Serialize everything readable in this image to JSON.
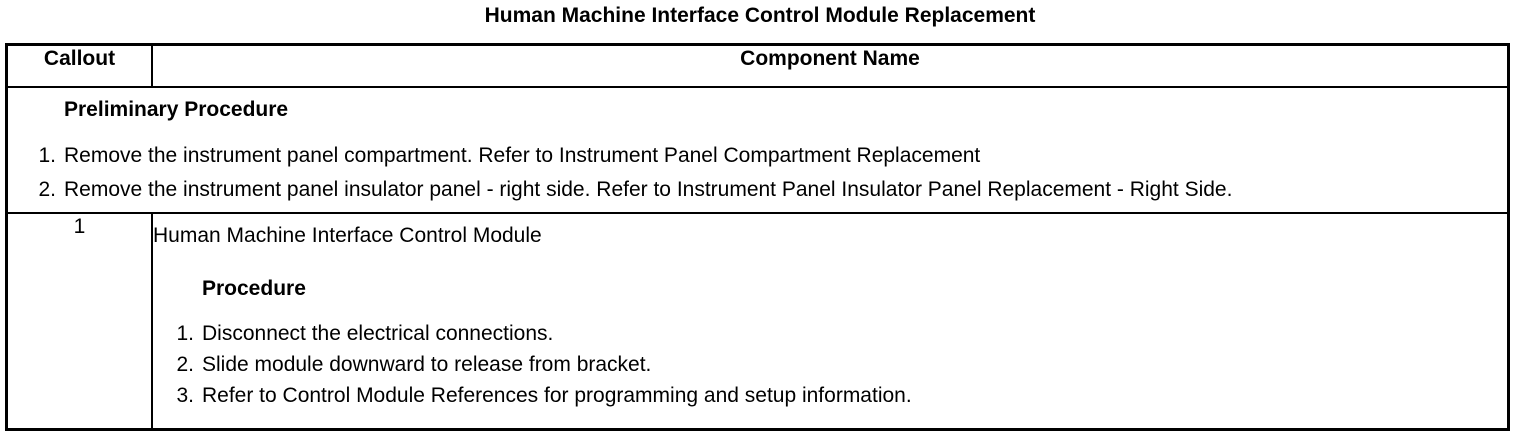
{
  "title": "Human Machine Interface Control Module Replacement",
  "table": {
    "headers": {
      "callout": "Callout",
      "component_name": "Component Name"
    },
    "preliminary": {
      "heading": "Preliminary Procedure",
      "steps": [
        {
          "num": "1.",
          "text": "Remove the instrument panel compartment. Refer to Instrument Panel Compartment Replacement"
        },
        {
          "num": "2.",
          "text": "Remove the instrument panel insulator panel - right side. Refer to Instrument Panel Insulator Panel Replacement - Right Side."
        }
      ]
    },
    "rows": [
      {
        "callout": "1",
        "component": "Human Machine Interface Control Module",
        "procedure_heading": "Procedure",
        "steps": [
          {
            "num": "1.",
            "text": "Disconnect the electrical connections."
          },
          {
            "num": "2.",
            "text": "Slide module downward to release from bracket."
          },
          {
            "num": "3.",
            "text": "Refer to Control Module References for programming and setup information."
          }
        ]
      }
    ]
  }
}
